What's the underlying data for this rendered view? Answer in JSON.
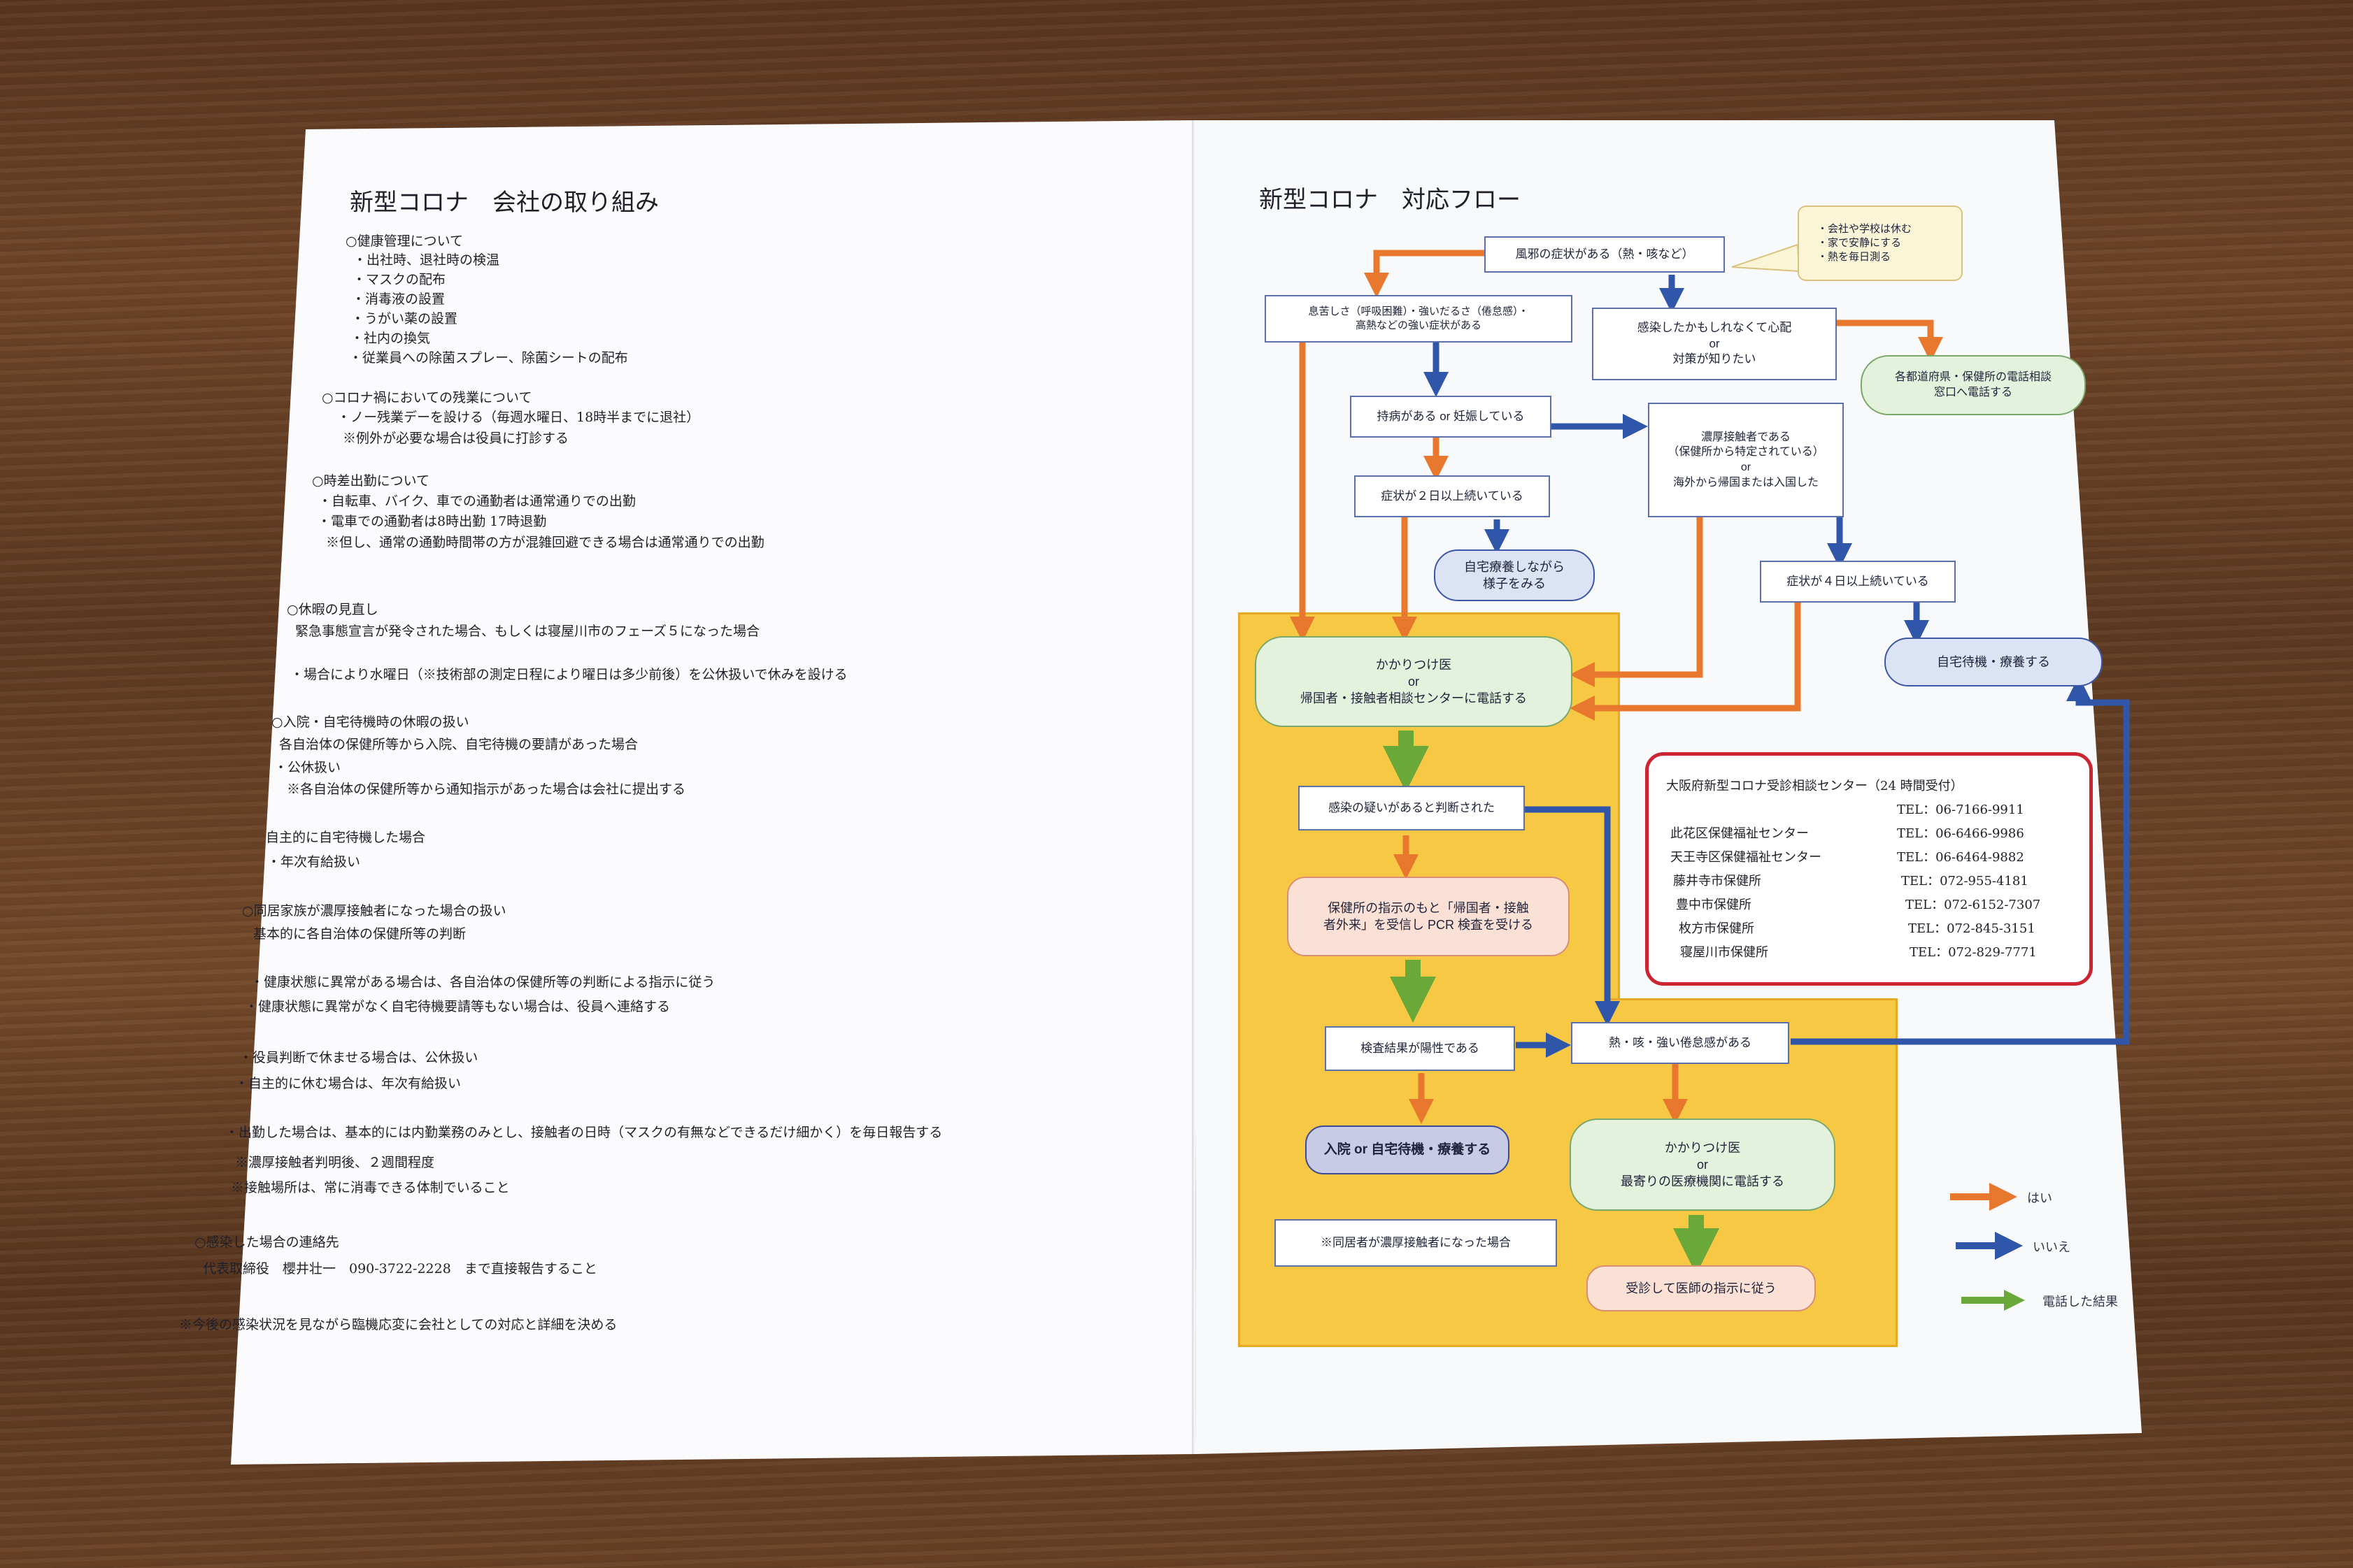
{
  "left_doc": {
    "title": "新型コロナ　会社の取り組み",
    "lines": [
      "○健康管理について",
      "・出社時、退社時の検温",
      "・マスクの配布",
      "・消毒液の設置",
      "・うがい薬の設置",
      "・社内の換気",
      "・従業員への除菌スプレー、除菌シートの配布",
      "○コロナ禍においての残業について",
      "・ノー残業デーを設ける（毎週水曜日、18時半までに退社）",
      "※例外が必要な場合は役員に打診する",
      "○時差出勤について",
      "・自転車、バイク、車での通勤者は通常通りでの出勤",
      "・電車での通勤者は8時出勤 17時退勤",
      "※但し、通常の通勤時間帯の方が混雑回避できる場合は通常通りでの出勤",
      "○休暇の見直し",
      "緊急事態宣言が発令された場合、もしくは寝屋川市のフェーズ５になった場合",
      "・場合により水曜日（※技術部の測定日程により曜日は多少前後）を公休扱いで休みを設ける",
      "○入院・自宅待機時の休暇の扱い",
      "各自治体の保健所等から入院、自宅待機の要請があった場合",
      "・公休扱い",
      "※各自治体の保健所等から通知指示があった場合は会社に提出する",
      "自主的に自宅待機した場合",
      "・年次有給扱い",
      "○同居家族が濃厚接触者になった場合の扱い",
      "基本的に各自治体の保健所等の判断",
      "・健康状態に異常がある場合は、各自治体の保健所等の判断による指示に従う",
      "・健康状態に異常がなく自宅待機要請等もない場合は、役員へ連絡する",
      "・役員判断で休ませる場合は、公休扱い",
      "・自主的に休む場合は、年次有給扱い",
      "・出勤した場合は、基本的には内勤業務のみとし、接触者の日時（マスクの有無などできるだけ細かく）を毎日報告する",
      "※濃厚接触者判明後、２週間程度",
      "※接触場所は、常に消毒できる体制でいること",
      "○感染した場合の連絡先",
      "代表取締役　櫻井壮一　090-3722-2228　まで直接報告すること",
      "※今後の感染状況を見ながら臨機応変に会社としての対応と詳細を決める"
    ]
  },
  "flow": {
    "title": "新型コロナ　対応フロー",
    "note": "・会社や学校は休む\n・家で安静にする\n・熱を毎日測る",
    "nodes": {
      "cold": "風邪の症状がある（熱・咳など）",
      "severe": "息苦しさ（呼吸困難）・強いだるさ（倦怠感）・\n高熱などの強い症状がある",
      "worried": "感染したかもしれなくて心配\nor\n対策が知りたい",
      "pref": "各都道府県・保健所の電話相談\n窓口へ電話する",
      "chronic": "持病がある or 妊娠している",
      "contact": "濃厚接触者である\n（保健所から特定されている）\nor\n海外から帰国または入国した",
      "two_days": "症状が２日以上続いている",
      "home_watch": "自宅療養しながら\n様子をみる",
      "four_days": "症状が４日以上続いている",
      "home_wait": "自宅待機・療養する",
      "call_doctor": "かかりつけ医\nor\n帰国者・接触者相談センターに電話する",
      "suspected": "感染の疑いがあると判断された",
      "pcr": "保健所の指示のもと「帰国者・接触\n者外来」を受信し PCR 検査を受ける",
      "positive": "検査結果が陽性である",
      "fever": "熱・咳・強い倦怠感がある",
      "hospital": "入院 or 自宅待機・療養する",
      "call_near": "かかりつけ医\nor\n最寄りの医療機関に電話する",
      "family_note": "※同居者が濃厚接触者になった場合",
      "consult": "受診して医師の指示に従う"
    },
    "centers": {
      "heading": "大阪府新型コロナ受診相談センター（24 時間受付）",
      "rows": [
        {
          "name": "",
          "tel": "TEL：06-7166-9911"
        },
        {
          "name": "此花区保健福祉センター",
          "tel": "TEL：06-6466-9986"
        },
        {
          "name": "天王寺区保健福祉センター",
          "tel": "TEL：06-6464-9882"
        },
        {
          "name": "藤井寺市保健所",
          "tel": "TEL：072-955-4181"
        },
        {
          "name": "豊中市保健所",
          "tel": "TEL：072-6152-7307"
        },
        {
          "name": "枚方市保健所",
          "tel": "TEL：072-845-3151"
        },
        {
          "name": "寝屋川市保健所",
          "tel": "TEL：072-829-7771"
        }
      ]
    },
    "legend": [
      {
        "label": "はい",
        "color": "#e8782e"
      },
      {
        "label": "いいえ",
        "color": "#2f56a8"
      },
      {
        "label": "電話した結果",
        "color": "#6aa83a"
      }
    ]
  }
}
